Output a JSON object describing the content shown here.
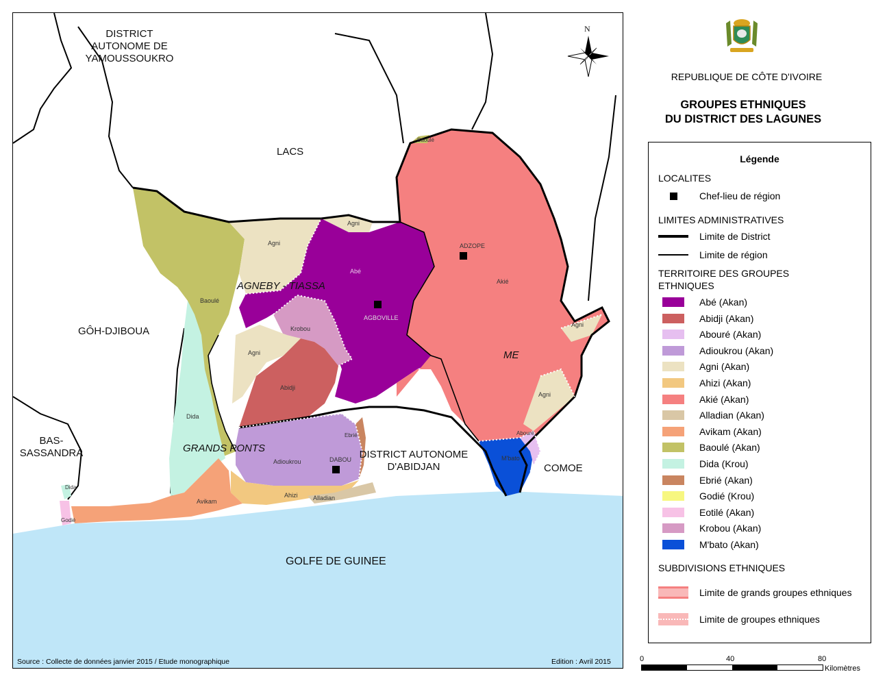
{
  "map": {
    "regions": {
      "yamoussoukro": "DISTRICT\nAUTONOME DE\nYAMOUSSOUKRO",
      "lacs": "LACS",
      "goh_djiboua": "GÔH-DJIBOUA",
      "bas_sassandra": "BAS-\nSASSANDRA",
      "agneby_tiassa": "AGNEBY - TIASSA",
      "grands_ponts": "GRANDS PONTS",
      "me": "ME",
      "abidjan": "DISTRICT AUTONOME\nD'ABIDJAN",
      "comoe": "COMOE",
      "golfe": "GOLFE DE GUINEE"
    },
    "cities": {
      "adzope": "ADZOPE",
      "agboville": "AGBOVILLE",
      "dabou": "DABOU"
    },
    "group_labels": {
      "agni_top": "Agni",
      "agni_north": "Agni",
      "abe": "Abé",
      "baoule": "Baoulé",
      "baoule_ne": "Baoulé",
      "krobou": "Krobou",
      "agni_mid": "Agni",
      "abidji": "Abidji",
      "dida": "Dida",
      "avikam": "Avikam",
      "adioukrou": "Adioukrou",
      "ebrie": "Ebrié",
      "ahizi": "Ahizi",
      "alladian": "Alladian",
      "akie": "Akié",
      "agni_east": "Agni",
      "agni_se": "Agni",
      "mbato": "M'bato",
      "abouré": "Abouré",
      "dida_w": "Dida",
      "godie": "Godié"
    },
    "north_label": "N",
    "source": "Source : Collecte de données janvier 2015 / Etude monographique",
    "edition": "Edition : Avril 2015"
  },
  "panel": {
    "republic": "REPUBLIQUE DE CÔTE D'IVOIRE",
    "title_line1": "GROUPES ETHNIQUES",
    "title_line2": "DU DISTRICT DES LAGUNES"
  },
  "legend": {
    "title": "Légende",
    "localites": "LOCALITES",
    "chef_lieu": "Chef-lieu de région",
    "limites": "LIMITES ADMINISTRATIVES",
    "limite_district": "Limite de District",
    "limite_region": "Limite de région",
    "territoire": "TERRITOIRE DES GROUPES\nETHNIQUES",
    "groups": [
      {
        "label": "Abé (Akan)",
        "color": "#990099"
      },
      {
        "label": "Abidji (Akan)",
        "color": "#cc6060"
      },
      {
        "label": "Abouré (Akan)",
        "color": "#e6bff0"
      },
      {
        "label": "Adioukrou (Akan)",
        "color": "#bf9ad8"
      },
      {
        "label": "Agni (Akan)",
        "color": "#ece2c2"
      },
      {
        "label": "Ahizi (Akan)",
        "color": "#f2c880"
      },
      {
        "label": "Akié (Akan)",
        "color": "#f58080"
      },
      {
        "label": "Alladian (Akan)",
        "color": "#d9c7a6"
      },
      {
        "label": "Avikam (Akan)",
        "color": "#f5a278"
      },
      {
        "label": "Baoulé (Akan)",
        "color": "#c2c266"
      },
      {
        "label": "Dida (Krou)",
        "color": "#c4f2e2"
      },
      {
        "label": "Ebrié (Akan)",
        "color": "#c98560"
      },
      {
        "label": "Godié (Krou)",
        "color": "#f7f780"
      },
      {
        "label": "Eotilé (Akan)",
        "color": "#f7c2e6"
      },
      {
        "label": "Krobou (Akan)",
        "color": "#d69ac4"
      },
      {
        "label": "M'bato (Akan)",
        "color": "#0a50d8"
      }
    ],
    "subdivisions": "SUBDIVISIONS ETHNIQUES",
    "limite_grands": "Limite de grands groupes ethniques",
    "limite_groupes": "Limite de groupes ethniques"
  },
  "scale": {
    "t0": "0",
    "t40": "40",
    "t80": "80",
    "unit": "Kilomètres"
  }
}
